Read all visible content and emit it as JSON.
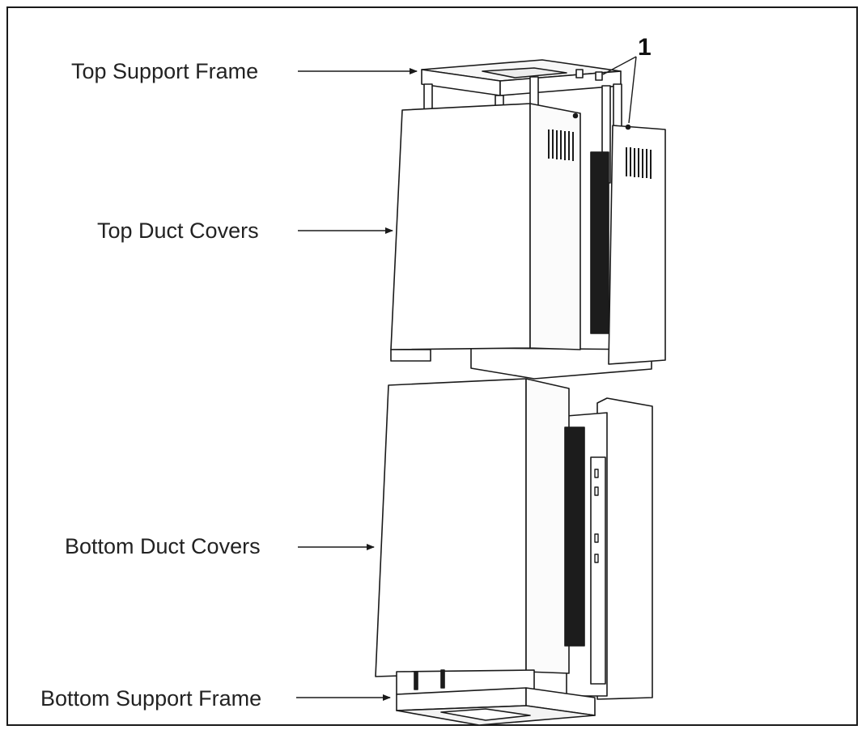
{
  "labels": {
    "top_support_frame": "Top Support Frame",
    "top_duct_covers": "Top Duct Covers",
    "bottom_duct_covers": "Bottom Duct Covers",
    "bottom_support_frame": "Bottom Support Frame"
  },
  "callout": "1",
  "colors": {
    "line": "#1a1a1a",
    "slot": "#1c1c1c",
    "paper": "#ffffff"
  }
}
